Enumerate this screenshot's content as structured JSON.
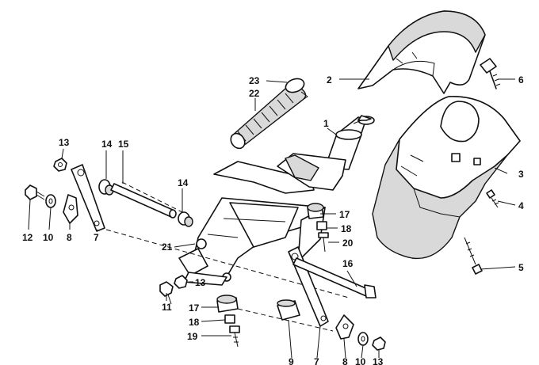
{
  "diagram": {
    "callouts": {
      "c1": "1",
      "c2": "2",
      "c3": "3",
      "c4": "4",
      "c5": "5",
      "c6": "6",
      "c7a": "7",
      "c7b": "7",
      "c8a": "8",
      "c8b": "8",
      "c9": "9",
      "c10a": "10",
      "c10b": "10",
      "c11": "11",
      "c12": "12",
      "c13a": "13",
      "c13b": "13",
      "c13c": "13",
      "c14a": "14",
      "c14b": "14",
      "c15": "15",
      "c16": "16",
      "c17a": "17",
      "c17b": "17",
      "c18a": "18",
      "c18b": "18",
      "c19": "19",
      "c20": "20",
      "c21": "21",
      "c22": "22",
      "c23": "23"
    }
  }
}
